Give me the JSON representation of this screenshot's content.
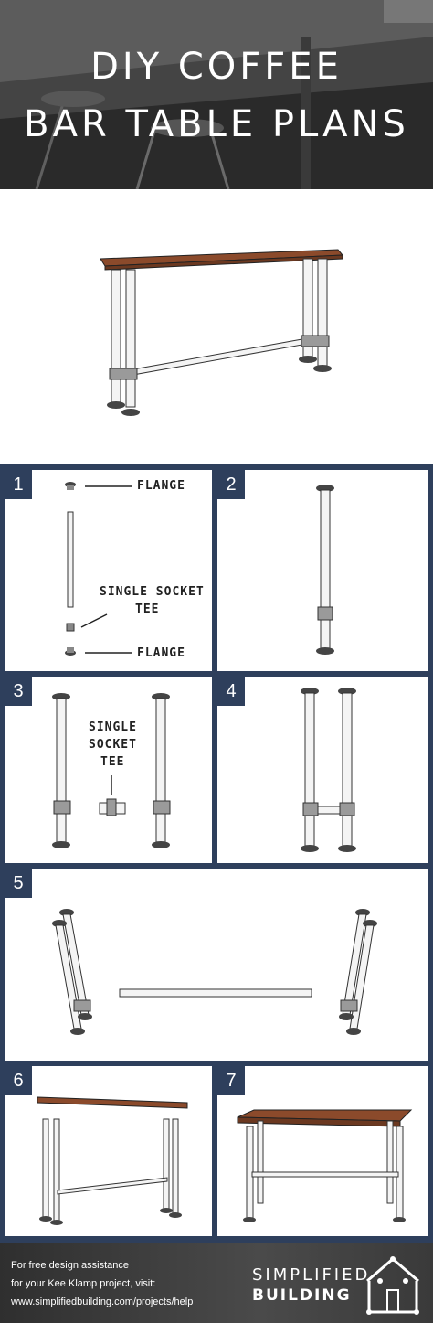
{
  "header": {
    "title_line1": "DIY COFFEE",
    "title_line2": "BAR TABLE PLANS"
  },
  "steps": [
    {
      "number": "1",
      "labels": [
        "FLANGE",
        "SINGLE SOCKET",
        "TEE",
        "FLANGE"
      ]
    },
    {
      "number": "2"
    },
    {
      "number": "3",
      "labels": [
        "SINGLE",
        "SOCKET",
        "TEE"
      ]
    },
    {
      "number": "4"
    },
    {
      "number": "5"
    },
    {
      "number": "6"
    },
    {
      "number": "7"
    }
  ],
  "footer": {
    "line1": "For free design assistance",
    "line2": "for your Kee Klamp project, visit:",
    "line3": "www.simplifiedbuilding.com/projects/help",
    "brand_top": "SIMPLIFIED",
    "brand_bottom": "BUILDING"
  },
  "colors": {
    "panel_frame": "#2e3f5c",
    "wood": "#8b4a2b"
  }
}
